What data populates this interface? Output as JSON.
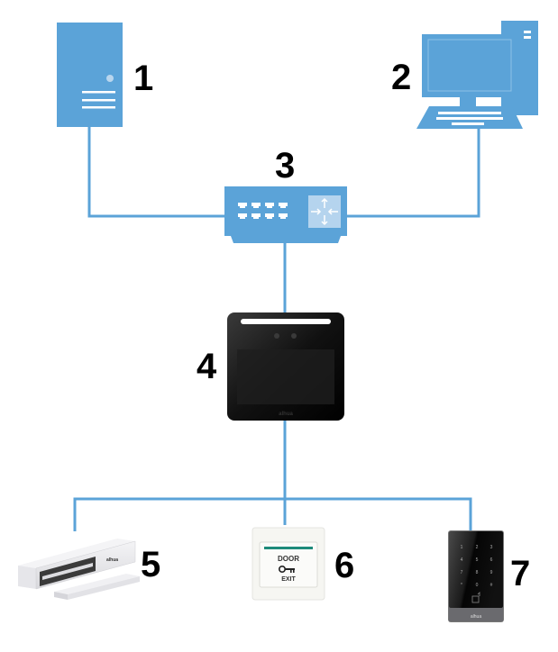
{
  "diagram": {
    "title": "Access control network topology",
    "line_color": "#5ba3d8",
    "icon_color": "#5ba3d8",
    "nodes": [
      {
        "id": 1,
        "label": "1",
        "device": "server",
        "icon": "server-icon"
      },
      {
        "id": 2,
        "label": "2",
        "device": "management computer",
        "icon": "desktop-computer-icon"
      },
      {
        "id": 3,
        "label": "3",
        "device": "network switch",
        "icon": "switch-icon"
      },
      {
        "id": 4,
        "label": "4",
        "device": "face recognition access controller",
        "icon": "access-controller-icon"
      },
      {
        "id": 5,
        "label": "5",
        "device": "electromagnetic lock",
        "icon": "magnetic-lock-icon"
      },
      {
        "id": 6,
        "label": "6",
        "device": "exit button",
        "icon": "exit-button-icon"
      },
      {
        "id": 7,
        "label": "7",
        "device": "card reader with keypad",
        "icon": "card-reader-icon"
      }
    ],
    "edges": [
      {
        "from": 1,
        "to": 3
      },
      {
        "from": 2,
        "to": 3
      },
      {
        "from": 3,
        "to": 4
      },
      {
        "from": 4,
        "to": 5
      },
      {
        "from": 4,
        "to": 6
      },
      {
        "from": 4,
        "to": 7
      }
    ],
    "exit_button_text": {
      "top": "DOOR",
      "bottom": "EXIT"
    },
    "keypad_keys": [
      "1",
      "2",
      "3",
      "4",
      "5",
      "6",
      "7",
      "8",
      "9",
      "*",
      "0",
      "#"
    ],
    "brand_mark": "alhua"
  }
}
